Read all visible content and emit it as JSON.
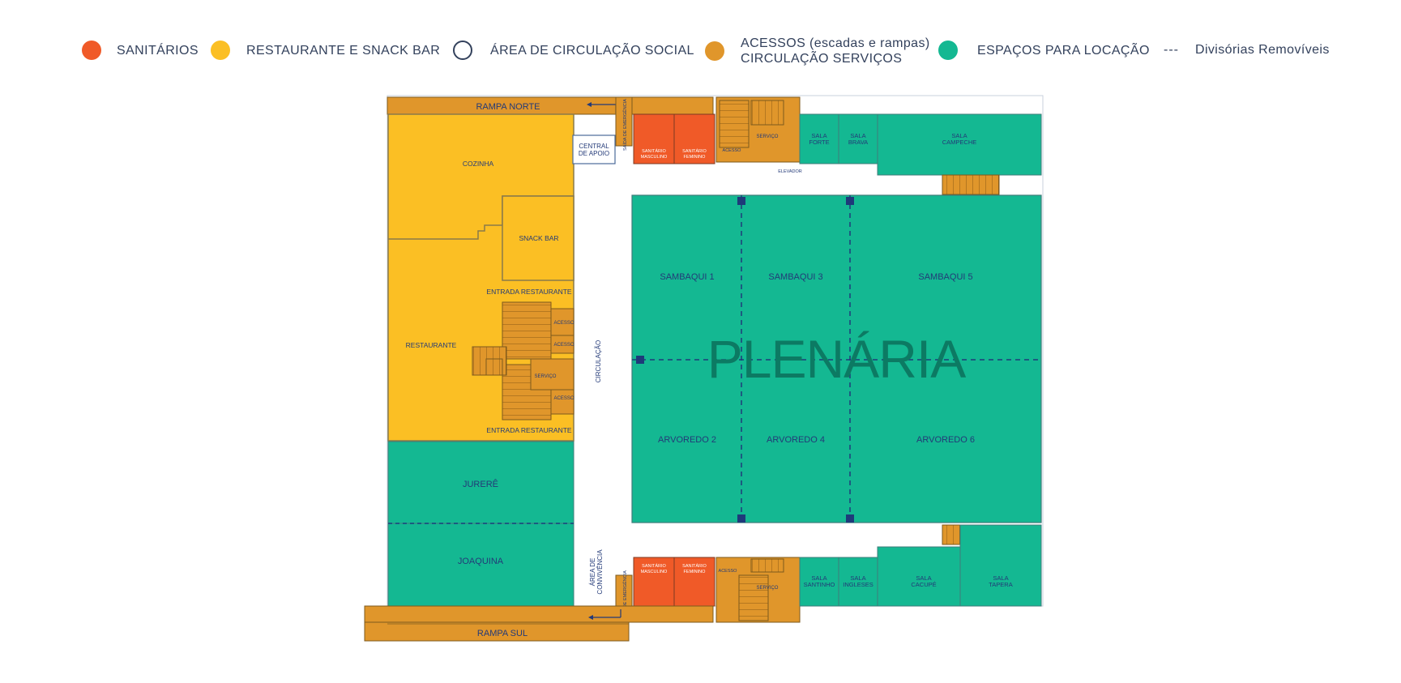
{
  "legend": {
    "sanitarios": {
      "label": "SANITÁRIOS",
      "color": "#f05a28"
    },
    "restaurante": {
      "label": "RESTAURANTE E SNACK BAR",
      "color": "#fbbf24"
    },
    "circulacao_social": {
      "label": "ÁREA DE CIRCULAÇÃO SOCIAL",
      "color": "#ffffff"
    },
    "acessos": {
      "label_line1": "ACESSOS (escadas e rampas)",
      "label_line2": "CIRCULAÇÃO SERVIÇOS",
      "color": "#e0962b"
    },
    "locacao": {
      "label": "ESPAÇOS PARA LOCAÇÃO",
      "color": "#14b892"
    },
    "divisorias": {
      "mark": "---",
      "label": "Divisórias Removíveis"
    }
  },
  "plan": {
    "rampa_norte": "RAMPA NORTE",
    "rampa_sul": "RAMPA SUL",
    "saida_emergencia": "SAÍDA DE EMERGÊNCIA",
    "central_apoio_1": "CENTRAL",
    "central_apoio_2": "DE APOIO",
    "cozinha": "COZINHA",
    "snack_bar": "SNACK BAR",
    "entrada_restaurante": "ENTRADA RESTAURANTE",
    "restaurante": "RESTAURANTE",
    "acesso": "ACESSO",
    "servico": "SERVIÇO",
    "circulacao": "CIRCULAÇÃO",
    "area_convivencia_1": "ÁREA DE",
    "area_convivencia_2": "CONVIVÊNCIA",
    "sanitario": "SANITÁRIO",
    "masculino": "MASCULINO",
    "feminino": "FEMININO",
    "elevador": "ELEVADOR",
    "sala": "SALA",
    "forte": "FORTE",
    "brava": "BRAVA",
    "campeche": "CAMPECHE",
    "santinho": "SANTINHO",
    "ingleses": "INGLESES",
    "cacupe": "CACUPÉ",
    "tapera": "TAPERA",
    "sambaqui_1": "SAMBAQUI 1",
    "sambaqui_3": "SAMBAQUI 3",
    "sambaqui_5": "SAMBAQUI 5",
    "arvoredo_2": "ARVOREDO 2",
    "arvoredo_4": "ARVOREDO 4",
    "arvoredo_6": "ARVOREDO 6",
    "plenaria": "PLENÁRIA",
    "jurere": "JURERÊ",
    "joaquina": "JOAQUINA"
  }
}
